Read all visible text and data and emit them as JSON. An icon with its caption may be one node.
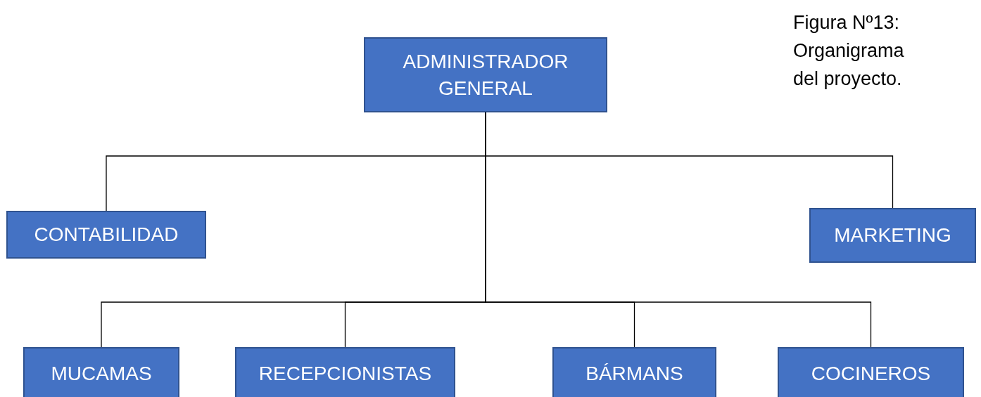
{
  "diagram": {
    "caption": "Figura Nº13: Organigrama del proyecto.",
    "nodes": [
      {
        "text": [
          "ADMINISTRADOR GENERAL"
        ]
      },
      {
        "text": [
          "CONTABILIDAD"
        ]
      },
      {
        "text": [
          "MARKETING"
        ]
      },
      {
        "text": [
          "MUCAMAS"
        ]
      },
      {
        "text": [
          "RECEPCIONISTAS"
        ]
      },
      {
        "text": [
          "BÁRMANS"
        ]
      },
      {
        "text": [
          "COCINEROS"
        ]
      }
    ],
    "edges": [
      {
        "from": 0,
        "to": 1,
        "arrow": "none"
      },
      {
        "from": 0,
        "to": 2,
        "arrow": "none"
      },
      {
        "from": 0,
        "to": 3,
        "arrow": "none"
      },
      {
        "from": 0,
        "to": 4,
        "arrow": "none"
      },
      {
        "from": 0,
        "to": 5,
        "arrow": "none"
      },
      {
        "from": 0,
        "to": 6,
        "arrow": "none"
      }
    ]
  }
}
